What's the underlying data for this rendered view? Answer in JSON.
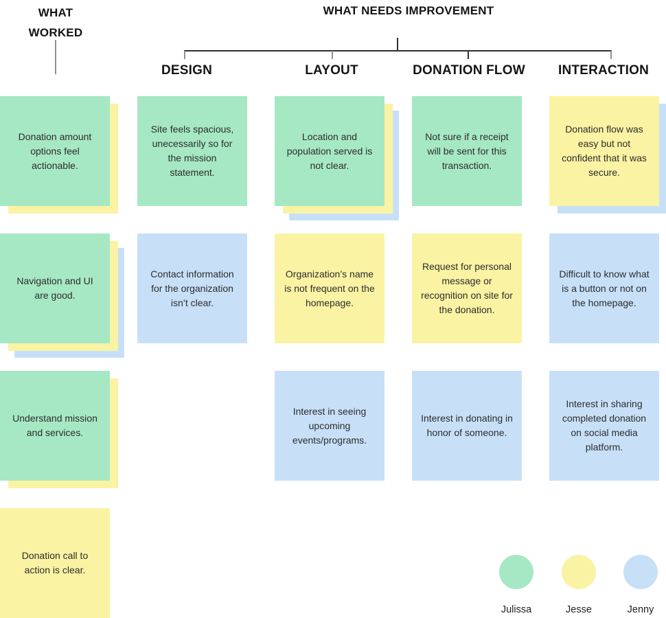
{
  "palette": {
    "green": "#a6e8c3",
    "yellow": "#faf3a3",
    "blue": "#c7e0f8",
    "line_dark": "#2f2f2f",
    "line_gray": "#8f8f8f",
    "note_text": "#2c2c2c"
  },
  "headers": {
    "what_worked": {
      "line1": "WHAT",
      "line2": "WORKED"
    },
    "improvement_title": "WHAT NEEDS IMPROVEMENT",
    "columns": {
      "design": "DESIGN",
      "layout": "LAYOUT",
      "donation_flow": "DONATION FLOW",
      "interaction": "INTERACTION"
    }
  },
  "notes": [
    {
      "row": 1,
      "column": "what-worked",
      "color": "green",
      "shadows": [
        "yellow"
      ],
      "text": "Donation amount options feel actionable."
    },
    {
      "row": 1,
      "column": "design",
      "color": "green",
      "shadows": [],
      "text": "Site feels spacious, unecessarily so for the mission statement."
    },
    {
      "row": 1,
      "column": "layout",
      "color": "green",
      "shadows": [
        "yellow",
        "blue"
      ],
      "text": "Location and population served is not clear."
    },
    {
      "row": 1,
      "column": "donation-flow",
      "color": "green",
      "shadows": [],
      "text": "Not sure if a receipt will be sent for this transaction."
    },
    {
      "row": 1,
      "column": "interaction",
      "color": "yellow",
      "shadows": [
        "blue"
      ],
      "text": "Donation flow was easy but not confident that it was secure."
    },
    {
      "row": 2,
      "column": "what-worked",
      "color": "green",
      "shadows": [
        "yellow",
        "blue"
      ],
      "text": "Navigation and UI are good."
    },
    {
      "row": 2,
      "column": "design",
      "color": "blue",
      "shadows": [],
      "text": "Contact information for the organization isn’t clear."
    },
    {
      "row": 2,
      "column": "layout",
      "color": "yellow",
      "shadows": [],
      "text": "Organization’s name is not frequent on the homepage."
    },
    {
      "row": 2,
      "column": "donation-flow",
      "color": "yellow",
      "shadows": [],
      "text": "Request for personal message or recognition on site for the donation."
    },
    {
      "row": 2,
      "column": "interaction",
      "color": "blue",
      "shadows": [],
      "text": "Difficult to know what is a button or not on the homepage."
    },
    {
      "row": 3,
      "column": "what-worked",
      "color": "green",
      "shadows": [
        "yellow"
      ],
      "text": "Understand mission and services."
    },
    {
      "row": 3,
      "column": "layout",
      "color": "blue",
      "shadows": [],
      "text": "Interest in seeing upcoming events/programs."
    },
    {
      "row": 3,
      "column": "donation-flow",
      "color": "blue",
      "shadows": [],
      "text": "Interest in donating in honor of someone."
    },
    {
      "row": 3,
      "column": "interaction",
      "color": "blue",
      "shadows": [],
      "text": "Interest in sharing completed donation on social media platform."
    },
    {
      "row": 4,
      "column": "what-worked",
      "color": "yellow",
      "shadows": [],
      "text": "Donation call to action is clear."
    }
  ],
  "legend": [
    {
      "name": "Julissa",
      "color": "green"
    },
    {
      "name": "Jesse",
      "color": "yellow"
    },
    {
      "name": "Jenny",
      "color": "blue"
    }
  ]
}
